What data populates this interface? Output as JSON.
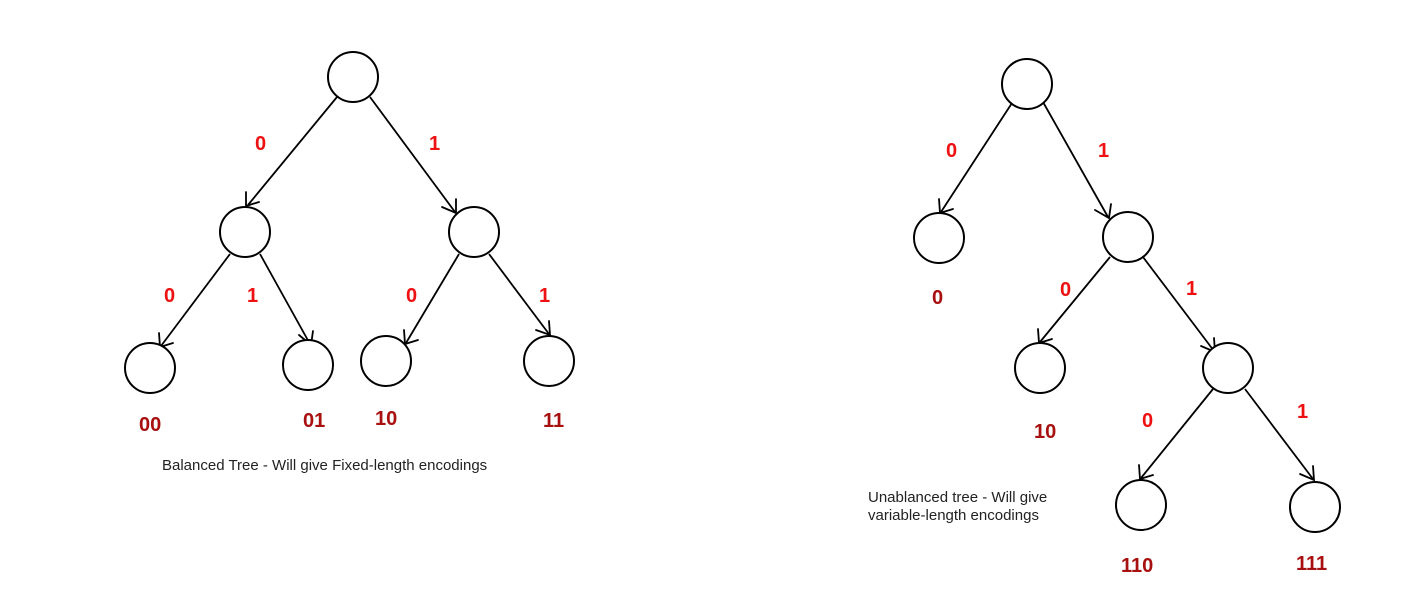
{
  "balanced_tree": {
    "caption": "Balanced Tree - Will give Fixed-length encodings",
    "edge_labels": {
      "root_left": "0",
      "root_right": "1",
      "left_left": "0",
      "left_right": "1",
      "right_left": "0",
      "right_right": "1"
    },
    "leaf_codes": [
      "00",
      "01",
      "10",
      "11"
    ]
  },
  "unbalanced_tree": {
    "caption": "Unablanced tree - Will give variable-length encodings",
    "edge_labels": {
      "root_left": "0",
      "root_right": "1",
      "n1_left": "0",
      "n1_right": "1",
      "n2_left": "0",
      "n2_right": "1"
    },
    "leaf_codes": [
      "0",
      "10",
      "110",
      "111"
    ]
  },
  "colors": {
    "edge_label": "#ee1111",
    "leaf_code": "#a80f0f",
    "node_stroke": "#000000"
  }
}
